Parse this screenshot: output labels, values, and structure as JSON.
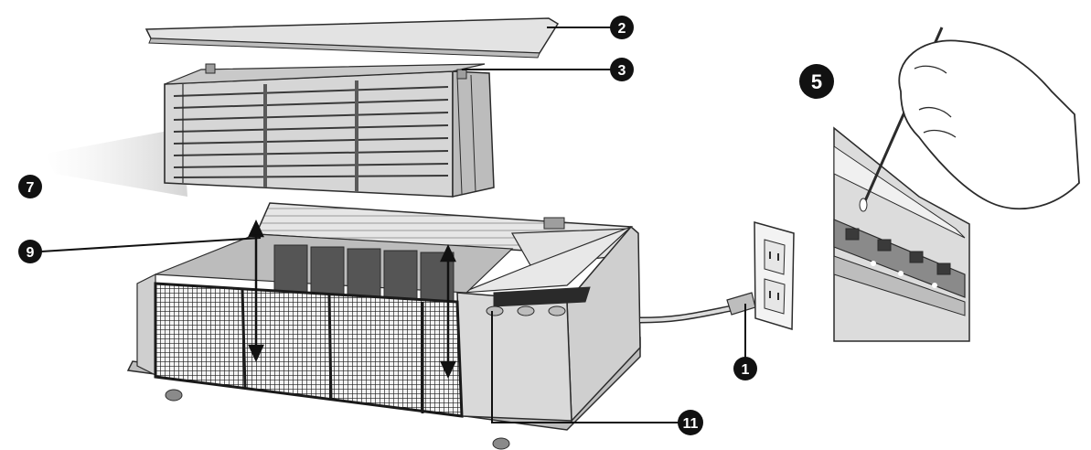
{
  "figure": {
    "callouts": {
      "c1": "1",
      "c2": "2",
      "c3": "3",
      "c5": "5",
      "c7": "7",
      "c9": "9",
      "c11": "11"
    },
    "colors": {
      "outline": "#2b2b2b",
      "housing": "#d9d9d9",
      "housing_dark": "#9e9e9e",
      "panel": "#eeeeee",
      "grille": "#1a1a1a",
      "callout_fill": "#111111"
    }
  }
}
